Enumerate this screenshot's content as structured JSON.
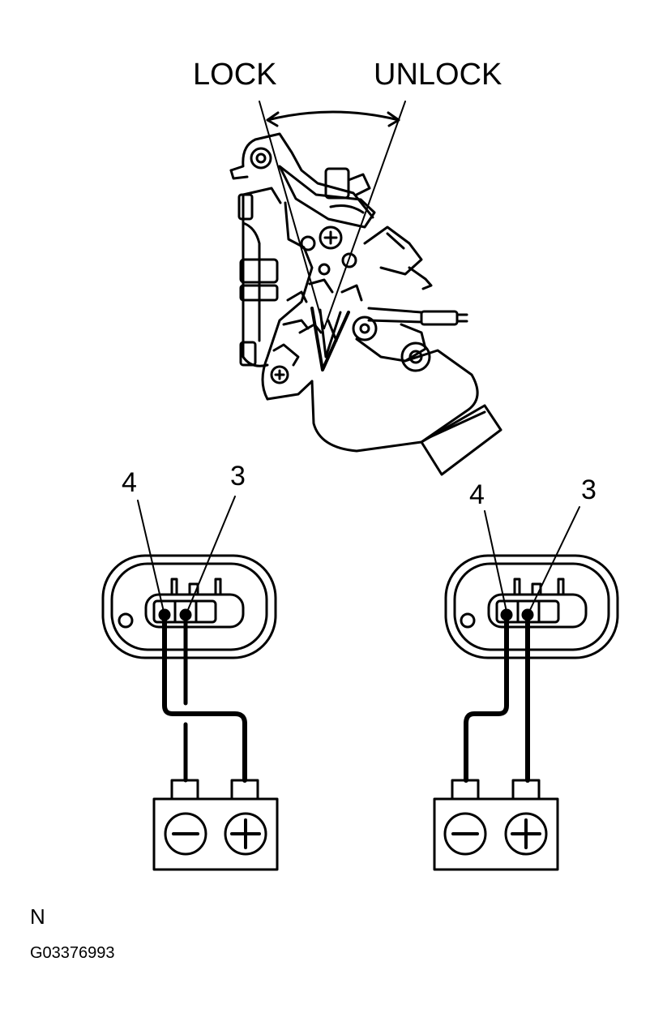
{
  "labels": {
    "lock": "LOCK",
    "unlock": "UNLOCK",
    "left_pin_4": "4",
    "left_pin_3": "3",
    "right_pin_4": "4",
    "right_pin_3": "3",
    "corner_letter": "N",
    "figure_code": "G03376993"
  },
  "terminal_symbols": {
    "negative": "minus-symbol",
    "positive": "plus-symbol"
  },
  "colors": {
    "ink": "#000000",
    "paper": "#ffffff"
  }
}
